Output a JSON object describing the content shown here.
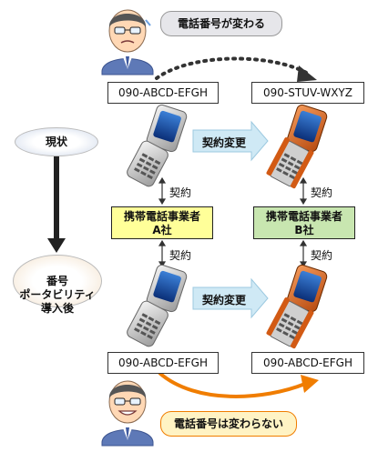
{
  "before_label": "現状",
  "after_label": "番号\nポータビリティ\n導入後",
  "top_bubble": "電話番号が変わる",
  "bottom_bubble": "電話番号は変わらない",
  "top_left_number": "090-ABCD-EFGH",
  "top_right_number": "090-STUV-WXYZ",
  "bottom_left_number": "090-ABCD-EFGH",
  "bottom_right_number": "090-ABCD-EFGH",
  "contract_change": "契約変更",
  "contract": "契約",
  "carrier_a": "携帯電話事業者\nA社",
  "carrier_b": "携帯電話事業者\nB社",
  "colors": {
    "carrier_a_fill": "#ffff99",
    "carrier_b_fill": "#c8e6b0",
    "arrow_fill": "#cfe9f5",
    "orange": "#f07d00",
    "dark_dots": "#333333"
  }
}
